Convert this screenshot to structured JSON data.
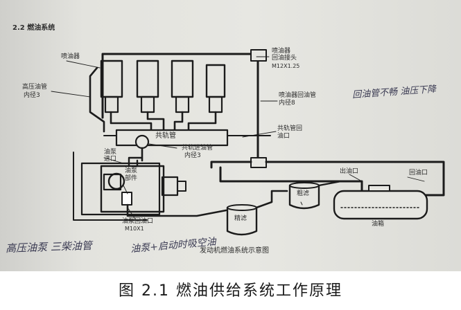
{
  "section_heading": "2.2 燃油系统",
  "labels": {
    "injector": "喷油器",
    "return_joint_l1": "喷油器",
    "return_joint_l2": "回油接头",
    "return_joint_l3": "M12X1.25",
    "hp_pipe_l1": "高压油管",
    "hp_pipe_l2": "内径3",
    "return_pipe_l1": "喷油器回油管",
    "return_pipe_l2": "内径8",
    "common_rail": "共轨管",
    "rail_return_l1": "共轨管回",
    "rail_return_l2": "油口",
    "rail_inlet_l1": "共轨进油管",
    "rail_inlet_l2": "内径3",
    "pump_inlet_l1": "油泵",
    "pump_inlet_l2": "进口",
    "pump_part_l1": "油泵",
    "pump_part_l2": "部件",
    "pump_return_l1": "油泵回油口",
    "pump_return_l2": "M10X1",
    "coarse_filter": "粗滤",
    "fine_filter": "精滤",
    "outlet": "出油口",
    "return_port": "回油口",
    "tank": "油箱",
    "diagram_title": "发动机燃油系统示意图"
  },
  "handwritten": {
    "note_right": "回油管不畅 油压下降",
    "note_bottom_left": "高压油泵 三柴油管",
    "note_bottom_mid": "油泵+启动时吸空油"
  },
  "caption": "图 2.1 燃油供给系统工作原理"
}
